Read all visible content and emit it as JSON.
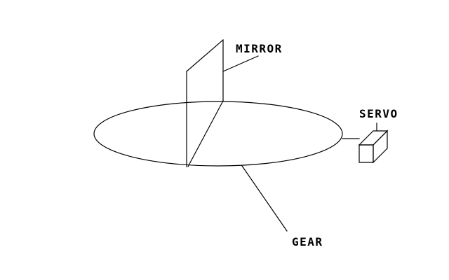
{
  "diagram": {
    "labels": {
      "mirror": "MIRROR",
      "servo": "SERVO",
      "gear": "GEAR"
    },
    "colors": {
      "background": "#ffffff",
      "line": "#000000",
      "text": "#000000"
    }
  }
}
